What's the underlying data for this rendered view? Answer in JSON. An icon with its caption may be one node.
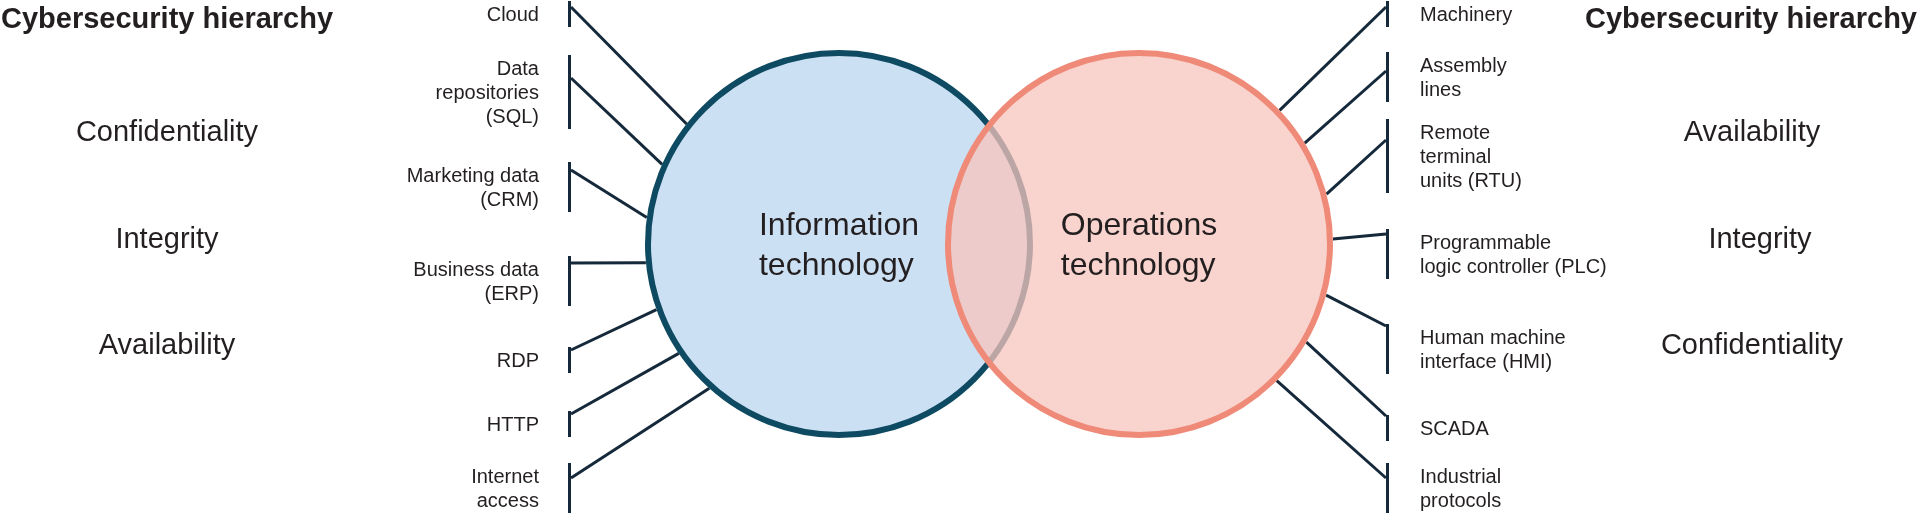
{
  "diagram": {
    "nodes": [
      {
        "text": [
          "Cloud"
        ]
      },
      {
        "text": [
          "Data repositories (SQL)"
        ]
      },
      {
        "text": [
          "Marketing data (CRM)"
        ]
      },
      {
        "text": [
          "Business data (ERP)"
        ]
      },
      {
        "text": [
          "RDP"
        ]
      },
      {
        "text": [
          "HTTP"
        ]
      },
      {
        "text": [
          "Internet access"
        ]
      },
      {
        "text": [
          "Information technology"
        ]
      },
      {
        "text": [
          "Operations technology"
        ]
      },
      {
        "text": [
          "Machinery"
        ]
      },
      {
        "text": [
          "Assembly lines"
        ]
      },
      {
        "text": [
          "Remote terminal units (RTU)"
        ]
      },
      {
        "text": [
          "Programmable logic controller (PLC)"
        ]
      },
      {
        "text": [
          "Human machine interface (HMI)"
        ]
      },
      {
        "text": [
          "SCADA"
        ]
      },
      {
        "text": [
          "Industrial protocols"
        ]
      }
    ],
    "edges": [
      {
        "from": 0,
        "to": 7,
        "arrow": "none"
      },
      {
        "from": 1,
        "to": 7,
        "arrow": "none"
      },
      {
        "from": 2,
        "to": 7,
        "arrow": "none"
      },
      {
        "from": 3,
        "to": 7,
        "arrow": "none"
      },
      {
        "from": 4,
        "to": 7,
        "arrow": "none"
      },
      {
        "from": 5,
        "to": 7,
        "arrow": "none"
      },
      {
        "from": 6,
        "to": 7,
        "arrow": "none"
      },
      {
        "from": 9,
        "to": 8,
        "arrow": "none"
      },
      {
        "from": 10,
        "to": 8,
        "arrow": "none"
      },
      {
        "from": 11,
        "to": 8,
        "arrow": "none"
      },
      {
        "from": 12,
        "to": 8,
        "arrow": "none"
      },
      {
        "from": 13,
        "to": 8,
        "arrow": "none"
      },
      {
        "from": 14,
        "to": 8,
        "arrow": "none"
      },
      {
        "from": 15,
        "to": 8,
        "arrow": "none"
      }
    ],
    "labels": [
      "Cybersecurity hierarchy",
      "Confidentiality",
      "Integrity",
      "Availability",
      "Cybersecurity hierarchy",
      "Availability",
      "Integrity",
      "Confidentiality"
    ]
  }
}
